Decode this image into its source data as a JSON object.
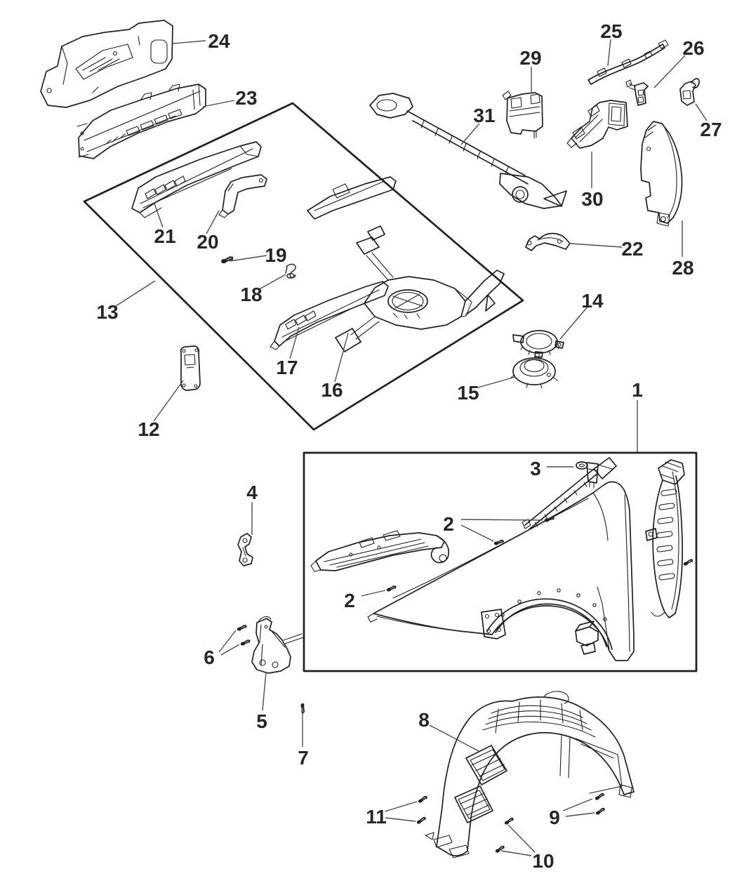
{
  "diagram": {
    "kind": "exploded-parts-line-diagram",
    "background_color": "#ffffff",
    "line_color": "#231f20",
    "leader_color": "#4d4d4d",
    "callout_count": 31
  },
  "callouts": {
    "c1": "1",
    "c2": "2",
    "c2b": "2",
    "c3": "3",
    "c4": "4",
    "c5": "5",
    "c6": "6",
    "c7": "7",
    "c8": "8",
    "c9": "9",
    "c10": "10",
    "c11": "11",
    "c12": "12",
    "c13": "13",
    "c14": "14",
    "c15": "15",
    "c16": "16",
    "c17": "17",
    "c18": "18",
    "c19": "19",
    "c20": "20",
    "c21": "21",
    "c22": "22",
    "c23": "23",
    "c24": "24",
    "c25": "25",
    "c26": "26",
    "c27": "27",
    "c28": "28",
    "c29": "29",
    "c30": "30",
    "c31": "31"
  }
}
